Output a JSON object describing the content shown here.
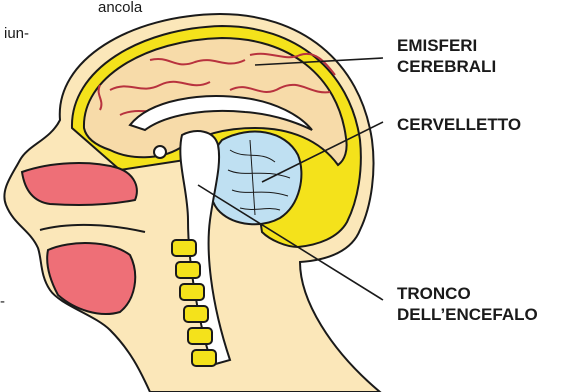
{
  "text_fragments": {
    "line1": "ancola",
    "line2": "iun-",
    "dash_left": "-"
  },
  "labels": {
    "cerebral_hemispheres": {
      "line1": "EMISFERI",
      "line2": "CEREBRALI"
    },
    "cerebellum": {
      "line1": "CERVELLETTO"
    },
    "brainstem": {
      "line1": "TRONCO",
      "line2": "DELL’ENCEFALO"
    }
  },
  "colors": {
    "outline": "#1a1a1a",
    "scalp": "#fbe7b9",
    "skull_yellow": "#f4e21b",
    "brain_fill": "#f7dba9",
    "brain_vessels": "#b8323e",
    "cerebellum": "#bfe0f2",
    "brainstem": "#ffffff",
    "nasal_pink": "#ee6f77",
    "spine_yellow": "#f4e21b"
  }
}
